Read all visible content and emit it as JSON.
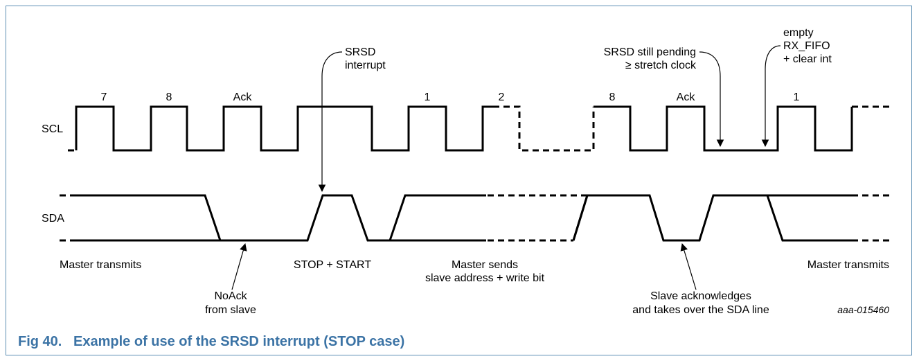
{
  "signals": {
    "scl": "SCL",
    "sda": "SDA"
  },
  "bit_labels": [
    "7",
    "8",
    "Ack",
    "1",
    "2",
    "8",
    "Ack",
    "1"
  ],
  "annotations": {
    "srsd_interrupt_line1": "SRSD",
    "srsd_interrupt_line2": "interrupt",
    "srsd_pending_line1": "SRSD still pending",
    "srsd_pending_line2": "≥ stretch clock",
    "empty_line1": "empty",
    "empty_line2": "RX_FIFO",
    "empty_line3": "+ clear int",
    "master_transmits_left": "Master transmits",
    "noack_line1": "NoAck",
    "noack_line2": "from slave",
    "stop_start": "STOP + START",
    "master_sends_line1": "Master sends",
    "master_sends_line2": "slave address + write bit",
    "slave_ack_line1": "Slave acknowledges",
    "slave_ack_line2": "and takes over the SDA line",
    "master_transmits_right": "Master transmits",
    "figure_id": "aaa-015460"
  },
  "caption": {
    "number": "Fig 40.",
    "title": "Example of use of the SRSD interrupt (STOP case)"
  },
  "colors": {
    "caption": "#3b73a5",
    "border": "#5b8db3",
    "line": "#000000"
  }
}
